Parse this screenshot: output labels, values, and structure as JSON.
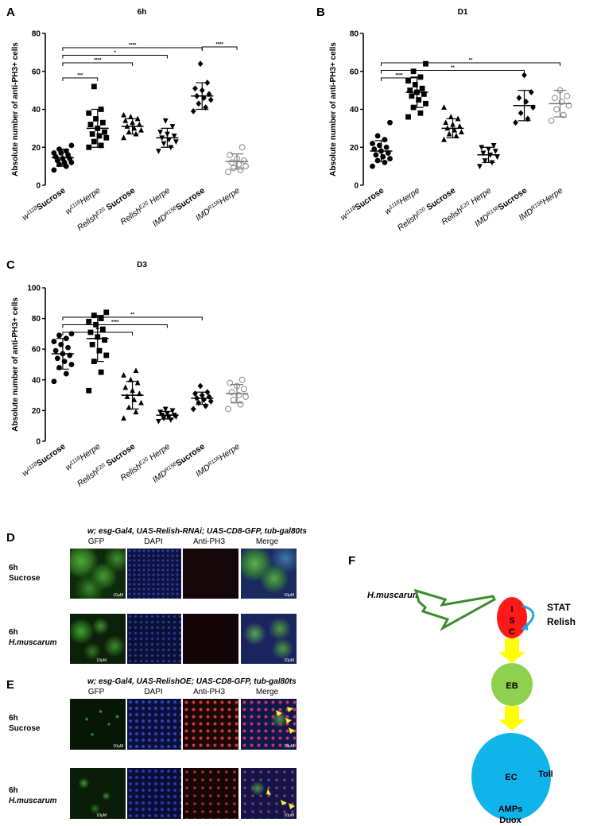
{
  "panels": {
    "A": "A",
    "B": "B",
    "C": "C",
    "D": "D",
    "E": "E",
    "F": "F"
  },
  "y_axis_label": "Absolute number of anti-PH3+ cells",
  "group_labels": [
    {
      "base": "w",
      "sup": "1118",
      "suffix": "Sucrose",
      "italic": false
    },
    {
      "base": "w",
      "sup": "1118",
      "suffix": "Herpe",
      "italic": true
    },
    {
      "base": "Relish",
      "sup": "E20",
      "suffix": " Sucrose",
      "italic": false
    },
    {
      "base": "Relish",
      "sup": "E20",
      "suffix": " Herpe",
      "italic": true
    },
    {
      "base": "IMD",
      "sup": "R156",
      "suffix": "Sucrose",
      "italic": false
    },
    {
      "base": "IMD",
      "sup": "R156",
      "suffix": "Herpe",
      "italic": true
    }
  ],
  "chart_data": [
    {
      "type": "scatter",
      "panel": "A",
      "title": "6h",
      "ylim": [
        0,
        80
      ],
      "yticks": [
        0,
        20,
        40,
        60,
        80
      ],
      "groups": [
        {
          "marker": "circle",
          "mean": 14.5,
          "sd": 4.5,
          "values": [
            8,
            10,
            11,
            12,
            12,
            13,
            14,
            14,
            15,
            16,
            17,
            17,
            18,
            19,
            21
          ]
        },
        {
          "marker": "square",
          "mean": 30,
          "sd": 10,
          "values": [
            20,
            21,
            23,
            25,
            26,
            27,
            28,
            30,
            32,
            33,
            35,
            38,
            40,
            52
          ]
        },
        {
          "marker": "triangle",
          "mean": 31,
          "sd": 4,
          "values": [
            25,
            27,
            28,
            29,
            30,
            31,
            32,
            33,
            34,
            35,
            36,
            37
          ]
        },
        {
          "marker": "triangle-down",
          "mean": 25,
          "sd": 5,
          "values": [
            18,
            20,
            22,
            23,
            24,
            25,
            26,
            27,
            28,
            31,
            34
          ]
        },
        {
          "marker": "diamond",
          "mean": 47,
          "sd": 7,
          "values": [
            39,
            41,
            43,
            45,
            46,
            47,
            48,
            50,
            51,
            54,
            64
          ]
        },
        {
          "marker": "circle-open",
          "mean": 12.5,
          "sd": 4,
          "values": [
            7,
            8,
            9,
            10,
            11,
            12,
            13,
            14,
            16,
            20
          ]
        }
      ],
      "comparisons": [
        {
          "from": 0,
          "to": 1,
          "label": "***"
        },
        {
          "from": 0,
          "to": 2,
          "label": "****"
        },
        {
          "from": 0,
          "to": 3,
          "label": "*"
        },
        {
          "from": 0,
          "to": 4,
          "label": "****"
        },
        {
          "from": 4,
          "to": 5,
          "label": "****"
        }
      ]
    },
    {
      "type": "scatter",
      "panel": "B",
      "title": "D1",
      "ylim": [
        0,
        80
      ],
      "yticks": [
        0,
        20,
        40,
        60,
        80
      ],
      "groups": [
        {
          "marker": "circle",
          "mean": 18,
          "sd": 5.5,
          "values": [
            10,
            12,
            13,
            14,
            15,
            16,
            17,
            18,
            19,
            20,
            21,
            22,
            24,
            26,
            33
          ]
        },
        {
          "marker": "square",
          "mean": 49,
          "sd": 8,
          "values": [
            36,
            38,
            41,
            43,
            45,
            47,
            48,
            49,
            50,
            51,
            53,
            55,
            57,
            60,
            64
          ]
        },
        {
          "marker": "triangle",
          "mean": 30,
          "sd": 5,
          "values": [
            24,
            26,
            27,
            28,
            29,
            30,
            31,
            32,
            33,
            35,
            36,
            41
          ]
        },
        {
          "marker": "triangle-down",
          "mean": 16,
          "sd": 4,
          "values": [
            10,
            12,
            13,
            15,
            16,
            17,
            18,
            19,
            20,
            21
          ]
        },
        {
          "marker": "diamond",
          "mean": 42,
          "sd": 8,
          "values": [
            33,
            35,
            38,
            41,
            44,
            46,
            49,
            58
          ]
        },
        {
          "marker": "circle-open",
          "mean": 43,
          "sd": 7,
          "values": [
            34,
            37,
            40,
            42,
            44,
            46,
            47,
            50
          ]
        }
      ],
      "comparisons": [
        {
          "from": 0,
          "to": 1,
          "label": "****"
        },
        {
          "from": 0,
          "to": 4,
          "label": "**"
        },
        {
          "from": 0,
          "to": 5,
          "label": "**"
        }
      ]
    },
    {
      "type": "scatter",
      "panel": "C",
      "title": "D3",
      "ylim": [
        0,
        100
      ],
      "yticks": [
        0,
        20,
        40,
        60,
        80,
        100
      ],
      "groups": [
        {
          "marker": "circle",
          "mean": 57,
          "sd": 10,
          "values": [
            39,
            44,
            48,
            50,
            52,
            54,
            56,
            57,
            59,
            61,
            63,
            65,
            67,
            69,
            70
          ]
        },
        {
          "marker": "square",
          "mean": 67,
          "sd": 15,
          "values": [
            33,
            45,
            52,
            56,
            59,
            63,
            66,
            68,
            71,
            73,
            76,
            78,
            80,
            82,
            84
          ]
        },
        {
          "marker": "triangle",
          "mean": 30,
          "sd": 9,
          "values": [
            15,
            19,
            22,
            25,
            27,
            29,
            31,
            33,
            35,
            38,
            40,
            43,
            46
          ]
        },
        {
          "marker": "triangle-down",
          "mean": 17,
          "sd": 2.5,
          "values": [
            13,
            14,
            15,
            16,
            16,
            17,
            17,
            18,
            19,
            20,
            21
          ]
        },
        {
          "marker": "diamond",
          "mean": 28,
          "sd": 4,
          "values": [
            21,
            23,
            25,
            26,
            27,
            28,
            29,
            30,
            31,
            32,
            36
          ]
        },
        {
          "marker": "circle-open",
          "mean": 31,
          "sd": 6,
          "values": [
            21,
            24,
            27,
            29,
            30,
            32,
            34,
            36,
            38,
            40
          ]
        }
      ],
      "comparisons": [
        {
          "from": 0,
          "to": 2,
          "label": "**"
        },
        {
          "from": 0,
          "to": 3,
          "label": "****"
        },
        {
          "from": 0,
          "to": 4,
          "label": "**"
        }
      ]
    }
  ],
  "panel_d": {
    "genotype": "w; esg-Gal4, UAS-Relish-RNAi; UAS-CD8-GFP, tub-gal80ts",
    "rows": [
      {
        "time": "6h",
        "treatment": "Sucrose"
      },
      {
        "time": "6h",
        "treatment": "H.muscarum"
      }
    ]
  },
  "panel_e": {
    "genotype": "w; esg-Gal4, UAS-RelishOE; UAS-CD8-GFP, tub-gal80ts",
    "rows": [
      {
        "time": "6h",
        "treatment": "Sucrose"
      },
      {
        "time": "6h",
        "treatment": "H.muscarum"
      }
    ]
  },
  "channels": [
    "GFP",
    "DAPI",
    "Anti-PH3",
    "Merge"
  ],
  "scale_bar": "10μM",
  "diagram": {
    "pathogen": "H.muscarum",
    "isc_letters": [
      "I",
      "S",
      "C"
    ],
    "isc_pathways": [
      "STAT",
      "Relish"
    ],
    "eb": "EB",
    "ec": "EC",
    "ec_pathway": "Toll",
    "outputs": [
      "AMPs",
      "Duox"
    ],
    "colors": {
      "isc": "#ff1a1a",
      "eb": "#8fd14f",
      "ec": "#11b4ea",
      "arrow": "#ffff00",
      "bolt": "#3c8a2e",
      "loop": "#2aa3e0"
    }
  }
}
